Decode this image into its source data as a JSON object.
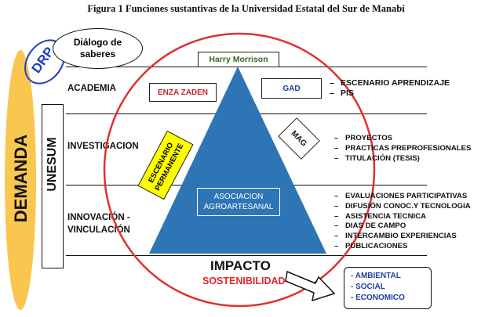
{
  "caption": "Figura 1 Funciones sustantivas de la Universidad Estatal del Sur de Manabí",
  "demanda": "DEMANDA",
  "drp": "DRP",
  "dialogo": {
    "line1": "Diálogo de",
    "line2": "saberes"
  },
  "unesum": "UNESUM",
  "rows": {
    "academia": "ACADEMIA",
    "investigacion": "INVESTIGACION",
    "innovacion_1": "INNOVACIÓN -",
    "innovacion_2": "VINCULACIÓN"
  },
  "harry": "Harry Morrison",
  "enza": "ENZA ZADEN",
  "gad": "GAD",
  "mag": "MAG",
  "escenario": {
    "line1": "ESCENARIO",
    "line2": "PERMANENTE"
  },
  "asociacion": {
    "line1": "ASOCIACION",
    "line2": "AGROARTESANAL"
  },
  "academia_items": [
    "ESCENARIO  APRENDIZAJE",
    "PIS"
  ],
  "investigacion_items": [
    "PROYECTOS",
    "PRACTICAS PREPROFESIONALES",
    "TITULACIÓN (TESIS)"
  ],
  "vinculacion_items": [
    "EVALUACIONES PARTICIPATIVAS",
    "DIFUSIÓN CONOC.Y TECNOLOGIA",
    "ASISTENCIA TECNICA",
    "DIAS DE CAMPO",
    "INTERCAMBIO  EXPERIENCIAS",
    "PUBLICACIONES"
  ],
  "impacto": "IMPACTO",
  "sostenibilidad": "SOSTENIBILIDAD",
  "outcomes": [
    "AMBIENTAL",
    "SOCIAL",
    "ECONOMICO"
  ],
  "colors": {
    "demanda_fill": "#F9C74F",
    "drp_border": "#1F3FBF",
    "triangle": "#2E75B6",
    "circle": "#E03030",
    "enza": "#C0272D",
    "gad": "#1F3F8F",
    "escenario_fill": "#FFFF00",
    "outcome_text": "#1F3F9F",
    "sostenibilidad": "#E0262B"
  }
}
